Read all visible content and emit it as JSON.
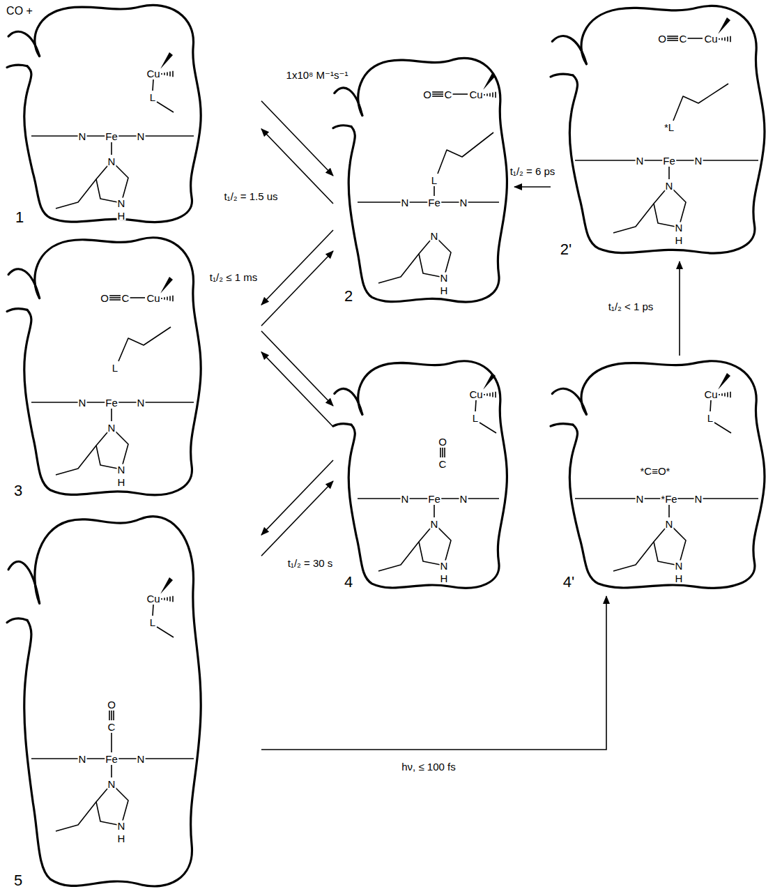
{
  "diagram": {
    "nodes": [
      {
        "text": [
          "1",
          "Cu",
          "L",
          "N",
          "Fe",
          "N",
          "N",
          "N",
          "H"
        ]
      },
      {
        "text": [
          "2",
          "O",
          "C",
          "Cu",
          "L",
          "N",
          "Fe",
          "N",
          "N",
          "N",
          "H"
        ]
      },
      {
        "text": [
          "2'",
          "O",
          "C",
          "Cu",
          "*L",
          "N",
          "Fe",
          "N",
          "N",
          "N",
          "H"
        ]
      },
      {
        "text": [
          "3",
          "O",
          "C",
          "Cu",
          "L",
          "N",
          "Fe",
          "N",
          "N",
          "N",
          "H"
        ]
      },
      {
        "text": [
          "4",
          "Cu",
          "L",
          "O",
          "C",
          "N",
          "Fe",
          "N",
          "N",
          "N",
          "H"
        ]
      },
      {
        "text": [
          "4'",
          "Cu",
          "L",
          "*C≡O*",
          "N",
          "*Fe",
          "N",
          "N",
          "N",
          "H"
        ]
      },
      {
        "text": [
          "5",
          "Cu",
          "L",
          "O",
          "C",
          "N",
          "Fe",
          "N",
          "N",
          "N",
          "H"
        ]
      }
    ],
    "edges": [
      {
        "from": 0,
        "to": 1,
        "arrow": "to",
        "label": "1x10⁸ M⁻¹s⁻¹"
      },
      {
        "from": 1,
        "to": 0,
        "arrow": "to",
        "label": "t₁/₂ = 1.5 us"
      },
      {
        "from": 1,
        "to": 3,
        "arrow": "to",
        "label": "t₁/₂ ≤ 1 ms"
      },
      {
        "from": 3,
        "to": 1,
        "arrow": "to"
      },
      {
        "from": 3,
        "to": 4,
        "arrow": "to"
      },
      {
        "from": 4,
        "to": 3,
        "arrow": "to"
      },
      {
        "from": 4,
        "to": 6,
        "arrow": "to",
        "label": "t₁/₂ = 30 s"
      },
      {
        "from": 6,
        "to": 4,
        "arrow": "to"
      },
      {
        "from": 6,
        "to": 5,
        "arrow": "to",
        "label": "hν, ≤ 100 fs"
      },
      {
        "from": 5,
        "to": 2,
        "arrow": "to",
        "label": "t₁/₂ < 1 ps"
      },
      {
        "from": 2,
        "to": 1,
        "arrow": "to",
        "label": "t₁/₂ = 6 ps"
      }
    ],
    "labels": [
      "CO +"
    ]
  }
}
